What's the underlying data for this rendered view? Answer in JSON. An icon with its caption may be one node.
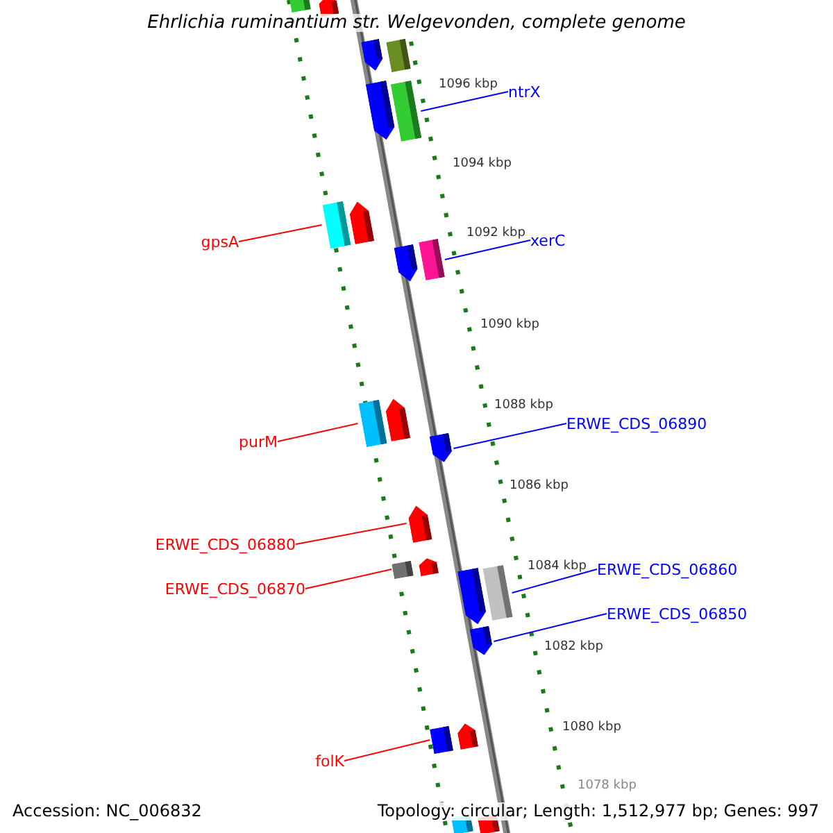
{
  "diagram": {
    "title": "Ehrlichia ruminantium str. Welgevonden, complete genome",
    "nodes": [
      {
        "text": [],
        "shape": "box"
      },
      {
        "text": [],
        "shape": "arrow"
      },
      {
        "text": [],
        "shape": "arrow"
      },
      {
        "text": [],
        "shape": "box"
      },
      {
        "text": [
          "ntrX"
        ]
      },
      {
        "text": [],
        "shape": "arrow"
      },
      {
        "text": [],
        "shape": "box"
      },
      {
        "text": [
          "gpsA"
        ]
      },
      {
        "text": [],
        "shape": "box"
      },
      {
        "text": [],
        "shape": "arrow"
      },
      {
        "text": [
          "xerC"
        ]
      },
      {
        "text": [],
        "shape": "arrow"
      },
      {
        "text": [],
        "shape": "box"
      },
      {
        "text": [
          "ERWE_CDS_06890"
        ]
      },
      {
        "text": [
          "purM"
        ]
      },
      {
        "text": [],
        "shape": "box"
      },
      {
        "text": [],
        "shape": "arrow"
      },
      {
        "text": [],
        "shape": "arrow"
      },
      {
        "text": [
          "ERWE_CDS_06880"
        ]
      },
      {
        "text": [],
        "shape": "arrow"
      },
      {
        "text": [
          "ERWE_CDS_06870"
        ]
      },
      {
        "text": [],
        "shape": "box"
      },
      {
        "text": [],
        "shape": "arrow"
      },
      {
        "text": [
          "ERWE_CDS_06860"
        ]
      },
      {
        "text": [],
        "shape": "arrow"
      },
      {
        "text": [],
        "shape": "box"
      },
      {
        "text": [
          "ERWE_CDS_06850"
        ]
      },
      {
        "text": [],
        "shape": "arrow"
      },
      {
        "text": [
          "folK"
        ]
      },
      {
        "text": [],
        "shape": "box"
      },
      {
        "text": [],
        "shape": "arrow"
      },
      {
        "text": [],
        "shape": "box"
      },
      {
        "text": [],
        "shape": "box"
      }
    ],
    "edges": [
      {
        "from": 4,
        "to": 6,
        "arrow": "none",
        "color": "#0000ff"
      },
      {
        "from": 7,
        "to": 8,
        "arrow": "none",
        "color": "#ff0000"
      },
      {
        "from": 10,
        "to": 12,
        "arrow": "none",
        "color": "#0000ff"
      },
      {
        "from": 13,
        "to": 17,
        "arrow": "none",
        "color": "#0000ff"
      },
      {
        "from": 14,
        "to": 15,
        "arrow": "none",
        "color": "#ff0000"
      },
      {
        "from": 18,
        "to": 19,
        "arrow": "none",
        "color": "#ff0000"
      },
      {
        "from": 20,
        "to": 21,
        "arrow": "none",
        "color": "#ff0000"
      },
      {
        "from": 23,
        "to": 25,
        "arrow": "none",
        "color": "#0000ff"
      },
      {
        "from": 26,
        "to": 27,
        "arrow": "none",
        "color": "#0000ff"
      },
      {
        "from": 28,
        "to": 29,
        "arrow": "none",
        "color": "#ff0000"
      }
    ],
    "labels": [
      "1096 kbp",
      "1094 kbp",
      "1092 kbp",
      "1090 kbp",
      "1088 kbp",
      "1086 kbp",
      "1084 kbp",
      "1082 kbp",
      "1080 kbp",
      "1078 kbp",
      "Accession: NC_006832",
      "Topology: circular; Length: 1,512,977 bp; Genes: 997"
    ]
  }
}
